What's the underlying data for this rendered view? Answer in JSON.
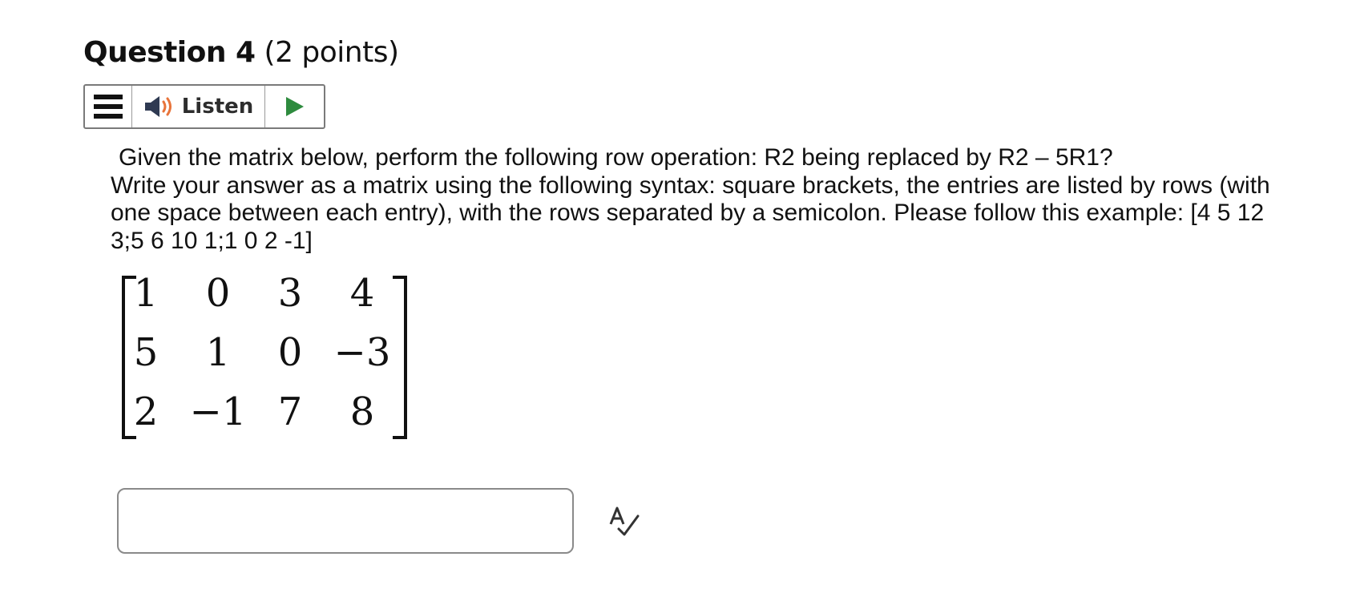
{
  "question": {
    "label": "Question 4",
    "points": "(2 points)"
  },
  "readspeaker": {
    "menu_icon": "hamburger-menu-icon",
    "speaker_icon": "speaker-icon",
    "listen_label": "Listen",
    "play_icon": "play-icon",
    "colors": {
      "speaker": "#2f3a52",
      "wave": "#e8743b",
      "play": "#2e8b3e"
    }
  },
  "prompt": {
    "line1": "Given the matrix below, perform the following row operation: R2 being replaced by R2 – 5R1?",
    "line2": "Write your answer as a matrix using the following syntax: square brackets, the entries are listed by rows (with one space between each entry), with the rows separated by a semicolon. Please follow this example: [4 5 12 3;5 6 10 1;1 0 2 -1]"
  },
  "matrix": {
    "rows": [
      [
        "1",
        "0",
        "3",
        "4"
      ],
      [
        "5",
        "1",
        "0",
        "−3"
      ],
      [
        "2",
        "−1",
        "7",
        "8"
      ]
    ]
  },
  "answer": {
    "value": "",
    "placeholder": ""
  },
  "spellcheck": {
    "icon": "spellcheck-icon"
  }
}
